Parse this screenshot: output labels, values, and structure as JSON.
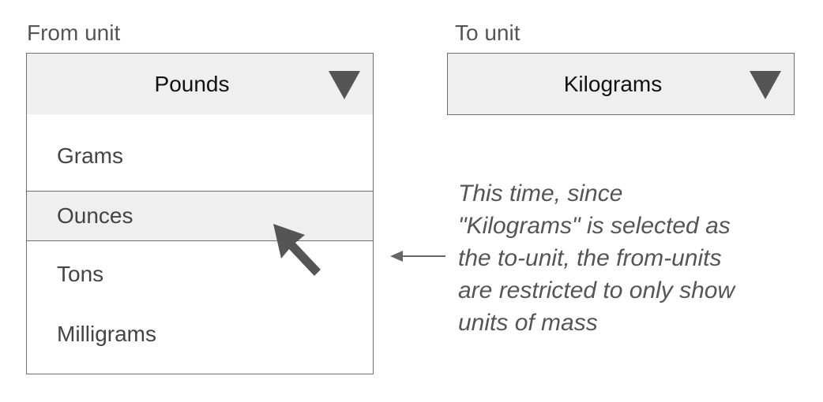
{
  "from_unit": {
    "label": "From unit",
    "selected": "Pounds",
    "options": [
      "Grams",
      "Ounces",
      "Tons",
      "Milligrams"
    ],
    "highlighted_option": "Ounces"
  },
  "to_unit": {
    "label": "To unit",
    "selected": "Kilograms"
  },
  "annotation": {
    "lines": [
      "This time, since",
      "\"Kilograms\" is selected as",
      "the to-unit, the from-units",
      "are restricted to only show",
      "units of mass"
    ]
  },
  "icons": {
    "caret": "dropdown-caret-icon",
    "cursor": "mouse-pointer-icon",
    "arrow": "left-arrow-icon"
  },
  "colors": {
    "select_bg": "#efefef",
    "border": "#707070",
    "caret": "#555555",
    "annotation_text": "#555555"
  }
}
